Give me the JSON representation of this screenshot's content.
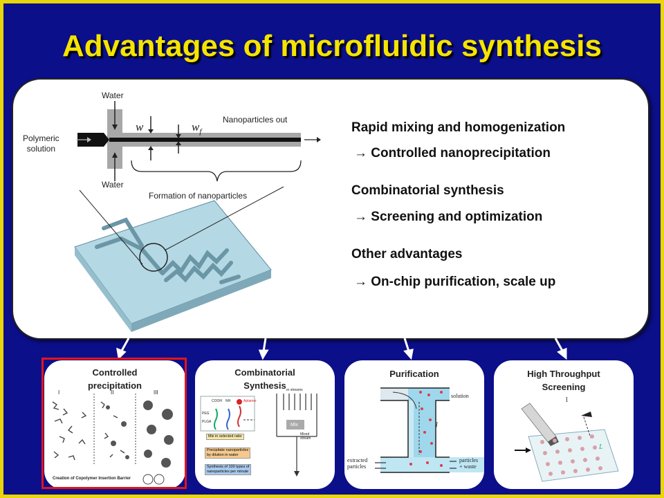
{
  "slide": {
    "title": "Advantages of microfluidic synthesis"
  },
  "diagram": {
    "water_top": "Water",
    "water_bottom": "Water",
    "polymeric_solution_line1": "Polymeric",
    "polymeric_solution_line2": "solution",
    "nanoparticles_out": "Nanoparticles out",
    "w_label": "w",
    "wf_label": "w",
    "wf_sub": "f",
    "formation": "Formation of nanoparticles"
  },
  "advantages": [
    {
      "heading": "Rapid mixing and homogenization",
      "detail": " Controlled nanoprecipitation"
    },
    {
      "heading": "Combinatorial synthesis",
      "detail": " Screening and optimization"
    },
    {
      "heading": "Other advantages",
      "detail": "On-chip purification, scale up"
    }
  ],
  "arrow_glyph": "→",
  "cards": [
    {
      "title_line1": "Controlled",
      "title_line2": "precipitation",
      "caption": "Creation of Copolymer Insertion Barrier",
      "roman": [
        "I",
        "II",
        "III"
      ]
    },
    {
      "title_line1": "Combinatorial",
      "title_line2": "Synthesis",
      "mini": {
        "streams": "er streams",
        "cooh": "COOH",
        "nh": "NH",
        "aptamer": "Aptamer",
        "plga": "PLGA",
        "peg": "PEG",
        "mix": "Mix",
        "mixed1": "Mixed",
        "mixed2": "stream",
        "step1": "Mix in selected ratio",
        "step2a": "Precipitate nanoparticles",
        "step2b": "by dilution in water",
        "step3a": "Synthesis of 100 types of",
        "step3b": "nanoparticles per minute"
      }
    },
    {
      "title_line1": "Purification",
      "labels": {
        "solution": "solution",
        "l": "l",
        "extracted1": "extracted",
        "extracted2": "particles",
        "waste1": "particles",
        "waste2": "+ waste"
      }
    },
    {
      "title_line1": "High Throughput",
      "title_line2": "Screening",
      "labels": {
        "l": "l",
        "L": "L"
      }
    }
  ],
  "colors": {
    "background": "#0c0f8a",
    "frame": "#e8d60a",
    "title": "#f5e400",
    "highlight_border": "#e3141b"
  }
}
